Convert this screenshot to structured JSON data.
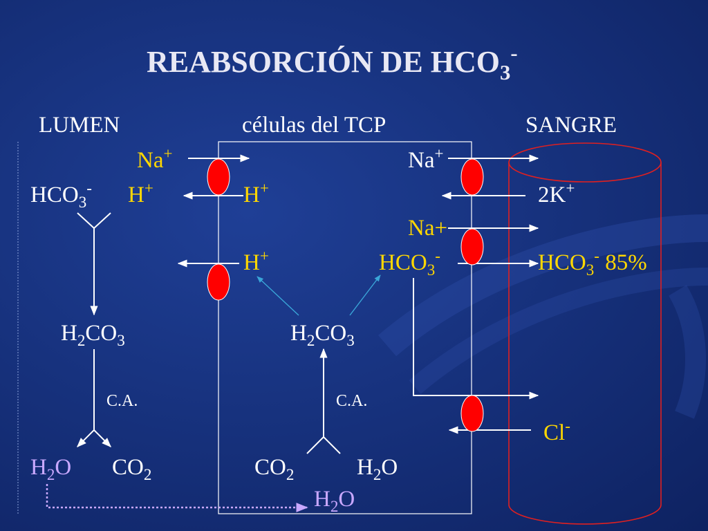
{
  "slide": {
    "title": {
      "main": "REABSORCIÓN  DE HCO",
      "sub": "3",
      "sup": "-"
    },
    "headers": {
      "lumen": "LUMEN",
      "cells": "células del TCP",
      "blood": "SANGRE"
    }
  },
  "lumen": {
    "na_top": {
      "base": "Na",
      "sup": "+"
    },
    "hco3": {
      "base": "HCO",
      "sub": "3",
      "sup": "-"
    },
    "h_top": {
      "base": "H",
      "sup": "+"
    },
    "h2co3": {
      "a": "H",
      "sub1": "2",
      "b": "CO",
      "sub2": "3"
    },
    "ca": "C.A.",
    "h2o": {
      "a": "H",
      "sub": "2",
      "b": "O"
    },
    "co2": {
      "a": "CO",
      "sub": "2"
    }
  },
  "cell": {
    "h_upper": {
      "base": "H",
      "sup": "+"
    },
    "h_lower": {
      "base": "H",
      "sup": "+"
    },
    "h2co3": {
      "a": "H",
      "sub1": "2",
      "b": "CO",
      "sub2": "3"
    },
    "ca": "C.A.",
    "co2": {
      "a": "CO",
      "sub": "2"
    },
    "h2o": {
      "a": "H",
      "sub": "2",
      "b": "O"
    },
    "h2o_bottom": {
      "a": "H",
      "sub": "2",
      "b": "O"
    },
    "na_top": {
      "base": "Na",
      "sup": "+"
    },
    "na_plus": "Na+",
    "hco3": {
      "base": "HCO",
      "sub": "3",
      "sup": "-"
    }
  },
  "blood": {
    "k": {
      "base": "2K",
      "sup": "+"
    },
    "hco3_pct": {
      "base": "HCO",
      "sub": "3",
      "sup": "-",
      "suffix": " 85%"
    },
    "cl": {
      "base": "Cl",
      "sup": "-"
    }
  },
  "colors": {
    "background": "#17327e",
    "title": "#e8e8f4",
    "white_text": "#ffffff",
    "highlight_text": "#ffd700",
    "lavender_text": "#c9a8ff",
    "transporter_fill": "#ff0000",
    "vessel_outline": "#e02020",
    "cyan_arrow": "#3aa6d8",
    "dotted_arrow": "#c9a8ff"
  }
}
